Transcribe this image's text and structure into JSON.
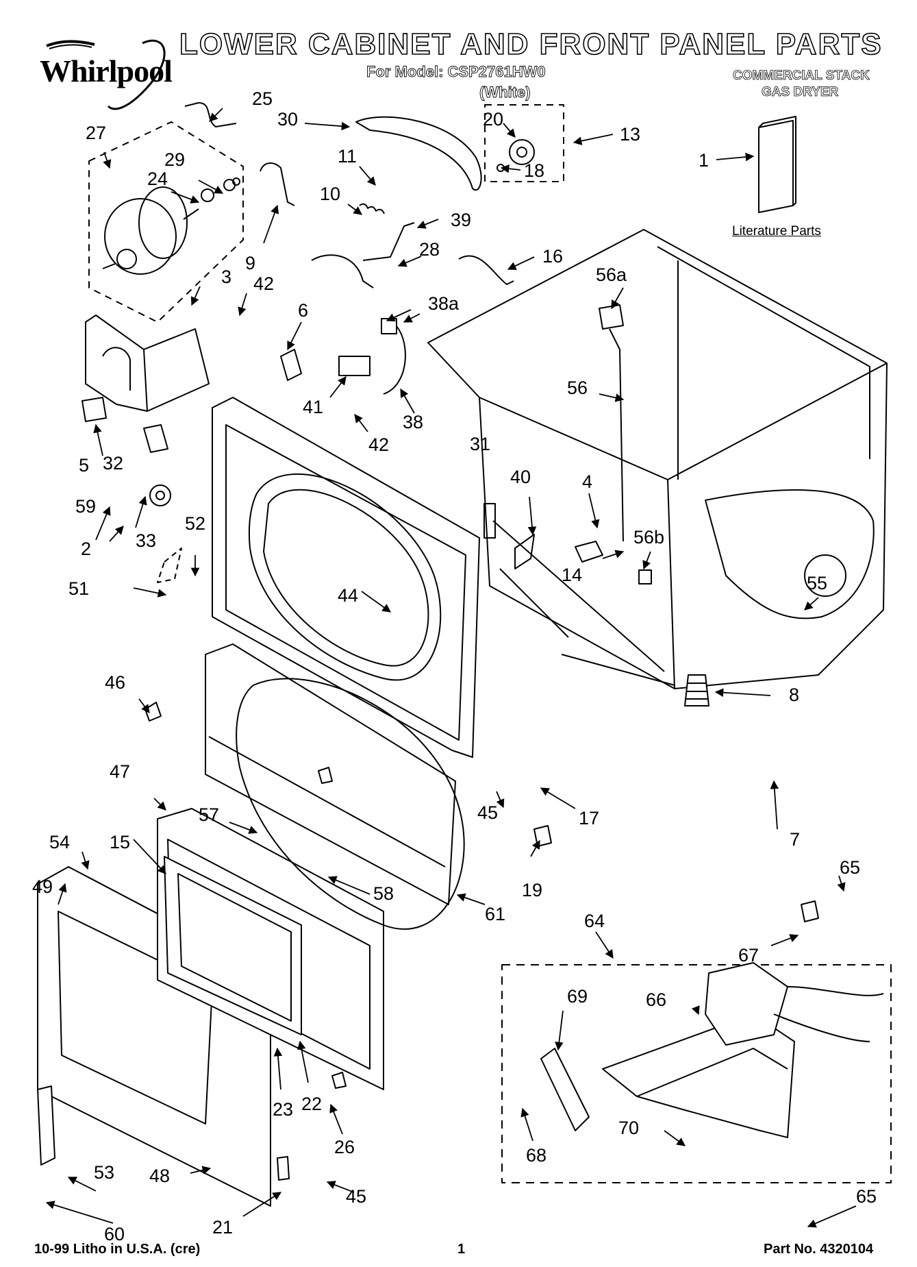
{
  "header": {
    "brand": "Whirlpool",
    "title": "LOWER CABINET AND FRONT PANEL PARTS",
    "model": "For Model: CSP2761HW0",
    "color": "(White)",
    "product_line1": "COMMERCIAL STACK",
    "product_line2": "GAS DRYER"
  },
  "literature": {
    "label": "Literature Parts"
  },
  "footer": {
    "litho": "10-99 Litho in U.S.A. (cre)",
    "page": "1",
    "part_no": "Part No. 4320104"
  },
  "callouts": [
    {
      "id": "c-1",
      "label": "1"
    },
    {
      "id": "c-2",
      "label": "2"
    },
    {
      "id": "c-3",
      "label": "3"
    },
    {
      "id": "c-4",
      "label": "4"
    },
    {
      "id": "c-5",
      "label": "5"
    },
    {
      "id": "c-6",
      "label": "6"
    },
    {
      "id": "c-7",
      "label": "7"
    },
    {
      "id": "c-8",
      "label": "8"
    },
    {
      "id": "c-9",
      "label": "9"
    },
    {
      "id": "c-10",
      "label": "10"
    },
    {
      "id": "c-11",
      "label": "11"
    },
    {
      "id": "c-13",
      "label": "13"
    },
    {
      "id": "c-14",
      "label": "14"
    },
    {
      "id": "c-15",
      "label": "15"
    },
    {
      "id": "c-16",
      "label": "16"
    },
    {
      "id": "c-17",
      "label": "17"
    },
    {
      "id": "c-18",
      "label": "18"
    },
    {
      "id": "c-19",
      "label": "19"
    },
    {
      "id": "c-20",
      "label": "20"
    },
    {
      "id": "c-21",
      "label": "21"
    },
    {
      "id": "c-22",
      "label": "22"
    },
    {
      "id": "c-23",
      "label": "23"
    },
    {
      "id": "c-24",
      "label": "24"
    },
    {
      "id": "c-25",
      "label": "25"
    },
    {
      "id": "c-26",
      "label": "26"
    },
    {
      "id": "c-27",
      "label": "27"
    },
    {
      "id": "c-28",
      "label": "28"
    },
    {
      "id": "c-29",
      "label": "29"
    },
    {
      "id": "c-30",
      "label": "30"
    },
    {
      "id": "c-31",
      "label": "31"
    },
    {
      "id": "c-32",
      "label": "32"
    },
    {
      "id": "c-33",
      "label": "33"
    },
    {
      "id": "c-38",
      "label": "38"
    },
    {
      "id": "c-38a",
      "label": "38a"
    },
    {
      "id": "c-39",
      "label": "39"
    },
    {
      "id": "c-40",
      "label": "40"
    },
    {
      "id": "c-41",
      "label": "41"
    },
    {
      "id": "c-42a",
      "label": "42"
    },
    {
      "id": "c-42b",
      "label": "42"
    },
    {
      "id": "c-44",
      "label": "44"
    },
    {
      "id": "c-45a",
      "label": "45"
    },
    {
      "id": "c-45b",
      "label": "45"
    },
    {
      "id": "c-46",
      "label": "46"
    },
    {
      "id": "c-47",
      "label": "47"
    },
    {
      "id": "c-48",
      "label": "48"
    },
    {
      "id": "c-49",
      "label": "49"
    },
    {
      "id": "c-51",
      "label": "51"
    },
    {
      "id": "c-52",
      "label": "52"
    },
    {
      "id": "c-53",
      "label": "53"
    },
    {
      "id": "c-54",
      "label": "54"
    },
    {
      "id": "c-55",
      "label": "55"
    },
    {
      "id": "c-56",
      "label": "56"
    },
    {
      "id": "c-56a",
      "label": "56a"
    },
    {
      "id": "c-56b",
      "label": "56b"
    },
    {
      "id": "c-57",
      "label": "57"
    },
    {
      "id": "c-58",
      "label": "58"
    },
    {
      "id": "c-59",
      "label": "59"
    },
    {
      "id": "c-60",
      "label": "60"
    },
    {
      "id": "c-61",
      "label": "61"
    },
    {
      "id": "c-64",
      "label": "64"
    },
    {
      "id": "c-65a",
      "label": "65"
    },
    {
      "id": "c-65b",
      "label": "65"
    },
    {
      "id": "c-66",
      "label": "66"
    },
    {
      "id": "c-67",
      "label": "67"
    },
    {
      "id": "c-68",
      "label": "68"
    },
    {
      "id": "c-69",
      "label": "69"
    },
    {
      "id": "c-70",
      "label": "70"
    }
  ]
}
